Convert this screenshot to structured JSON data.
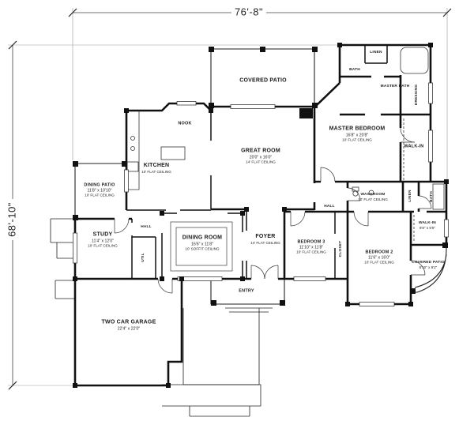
{
  "dimensions": {
    "width_label": "76'-8\"",
    "height_label": "68'-10\""
  },
  "rooms": {
    "covered_patio_top": {
      "label": "COVERED PATIO"
    },
    "linen_top": {
      "label": "LINEN"
    },
    "bath_top": {
      "label": "BATH"
    },
    "master_bath": {
      "label": "MASTER BATH"
    },
    "dressing": {
      "label": "DRESSING"
    },
    "master_bedroom": {
      "label": "MASTER BEDROOM",
      "size": "16'8\" x 20'8\"",
      "ceiling": "10' FLAT CEILING"
    },
    "walk_in_master": {
      "label": "WALK-IN"
    },
    "nook": {
      "label": "NOOK"
    },
    "kitchen": {
      "label": "KITCHEN",
      "ceiling": "10' FLAT CEILING"
    },
    "great_room": {
      "label": "GREAT ROOM",
      "size": "20'0\" x 16'0\"",
      "ceiling": "14' FLAT CEILING"
    },
    "dining_patio": {
      "label": "DINING PATIO",
      "size": "11'8\" x 10'10\"",
      "ceiling": "10' FLAT CEILING"
    },
    "hall_right": {
      "label": "HALL"
    },
    "washroom": {
      "label": "WASHROOM",
      "ceiling": "10' FLAT CEILING"
    },
    "linen_mid": {
      "label": "LINEN"
    },
    "bath_right": {
      "label": "BATH"
    },
    "study": {
      "label": "STUDY",
      "size": "11'4\" x 12'0\"",
      "ceiling": "10' FLAT CEILING"
    },
    "hall_left": {
      "label": "HALL"
    },
    "util": {
      "label": "UTIL"
    },
    "dining_room": {
      "label": "DINING ROOM",
      "size": "16'6\" x 11'8\"",
      "ceiling": "10' SOFFIT CEILING"
    },
    "foyer": {
      "label": "FOYER",
      "ceiling": "14' FLAT CEILING"
    },
    "bedroom_3": {
      "label": "BEDROOM 3",
      "size": "11'10\" x 11'8\"",
      "ceiling": "10' FLAT CEILING"
    },
    "closet": {
      "label": "CLOSET"
    },
    "bedroom_2": {
      "label": "BEDROOM 2",
      "size": "11'6\" x 16'0\"",
      "ceiling": "10' FLAT CEILING"
    },
    "walk_in_2": {
      "label": "WALK-IN",
      "size": "6'6\" x 5'5\""
    },
    "covered_patio_right": {
      "label": "COVERED PATIO",
      "size": "6'10\" x 9'2\""
    },
    "entry": {
      "label": "ENTRY"
    },
    "garage": {
      "label": "TWO CAR GARAGE",
      "size": "22'4\" x 22'0\""
    }
  }
}
